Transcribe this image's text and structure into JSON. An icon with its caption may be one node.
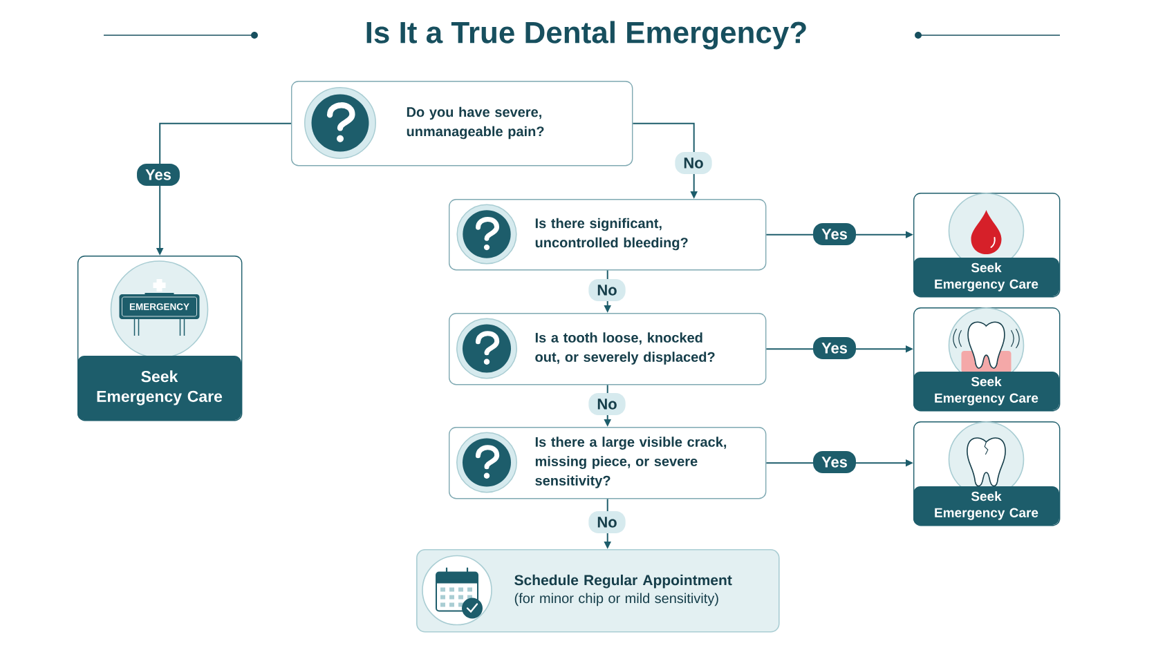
{
  "diagram": {
    "title": "Is It a True Dental Emergency?",
    "nodes": [
      {
        "text": [
          "Do you have severe, unmanageable pain?"
        ]
      },
      {
        "text": [
          "EMERGENCY",
          "Seek Emergency Care"
        ]
      },
      {
        "text": [
          "Is there significant, uncontrolled bleeding?"
        ]
      },
      {
        "text": [
          "Seek Emergency Care"
        ]
      },
      {
        "text": [
          "Is a tooth loose, knocked out, or severely displaced?"
        ]
      },
      {
        "text": [
          "Seek Emergency Care"
        ]
      },
      {
        "text": [
          "Is there a large visible crack, missing piece, or severe sensitivity?"
        ]
      },
      {
        "text": [
          "Seek Emergency Care"
        ]
      },
      {
        "text": [
          "Schedule Regular Appointment",
          "(for minor chip or mild sensitivity)"
        ]
      }
    ],
    "edges": [
      {
        "from": 0,
        "to": 1,
        "arrow": "to",
        "label": "Yes"
      },
      {
        "from": 0,
        "to": 2,
        "arrow": "to",
        "label": "No"
      },
      {
        "from": 2,
        "to": 3,
        "arrow": "to",
        "label": "Yes"
      },
      {
        "from": 2,
        "to": 4,
        "arrow": "to",
        "label": "No"
      },
      {
        "from": 4,
        "to": 5,
        "arrow": "to",
        "label": "Yes"
      },
      {
        "from": 4,
        "to": 6,
        "arrow": "to",
        "label": "No"
      },
      {
        "from": 6,
        "to": 7,
        "arrow": "to",
        "label": "Yes"
      },
      {
        "from": 6,
        "to": 8,
        "arrow": "to",
        "label": "No"
      }
    ]
  }
}
